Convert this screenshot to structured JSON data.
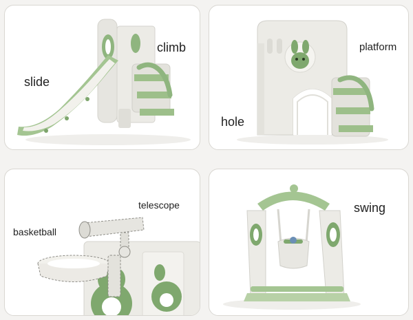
{
  "panels": [
    {
      "labels": [
        "slide",
        "climb"
      ]
    },
    {
      "labels": [
        "platform",
        "hole"
      ]
    },
    {
      "labels": [
        "telescope",
        "basketball"
      ]
    },
    {
      "labels": [
        "swing"
      ]
    }
  ],
  "colors": {
    "sage_green": "#9dbf8a",
    "dark_green": "#6f9a60",
    "cream": "#ecebe6",
    "panel_border": "#d9d7d2"
  }
}
